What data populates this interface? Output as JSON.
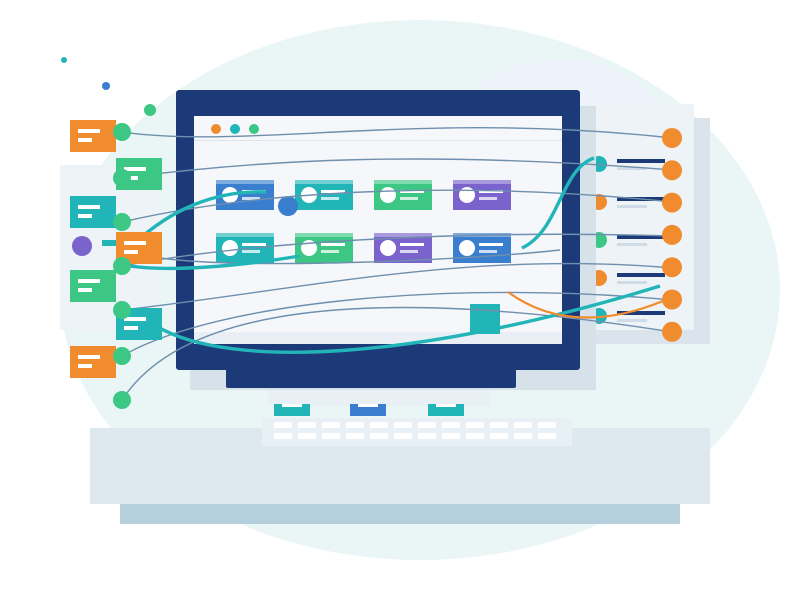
{
  "illustration": {
    "alt": "",
    "colors": {
      "navy": "#1d3a78",
      "teal": "#22b5b8",
      "green": "#3cc884",
      "orange": "#f08c2e",
      "blue": "#3a7ed0",
      "purple": "#7a63cc",
      "line": "#6f8fae",
      "panel": "#f5f7fb",
      "blob": "#eaf5f6",
      "desk": "#dde8ef",
      "desk_shadow": "#b6cfdc"
    },
    "window_dots": [
      "orange",
      "teal",
      "green"
    ],
    "widget_row_1": [
      "blue",
      "teal",
      "green",
      "purple"
    ],
    "widget_row_2": [
      "teal",
      "green",
      "purple",
      "blue"
    ],
    "left_cards": [
      "orange",
      "green",
      "teal",
      "orange",
      "green",
      "teal",
      "orange"
    ],
    "left_nodes": [
      "green",
      "green",
      "green",
      "green",
      "green",
      "green",
      "green",
      "green"
    ],
    "right_nodes": [
      "orange",
      "orange",
      "orange",
      "orange",
      "orange",
      "orange",
      "orange"
    ],
    "right_panel_rows": [
      "teal",
      "orange",
      "green",
      "orange",
      "teal"
    ],
    "drawer_tabs": [
      "teal",
      "blue",
      "teal"
    ],
    "icons": {
      "monitor": "monitor-icon",
      "keyboard": "keyboard-icon",
      "card": "card-icon"
    }
  }
}
